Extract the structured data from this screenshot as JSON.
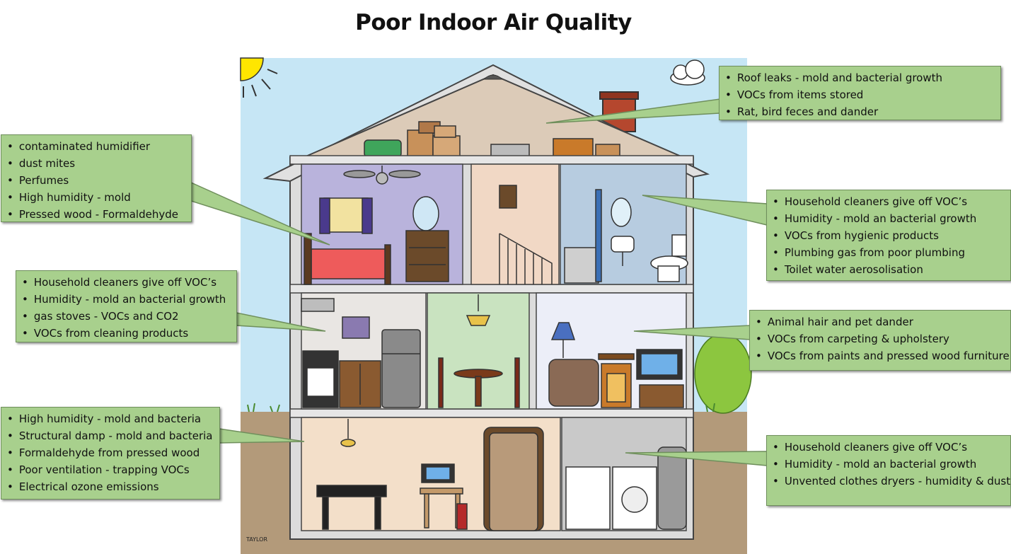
{
  "title": "Poor Indoor Air Quality",
  "signature": "TAYLOR",
  "callouts": {
    "attic": [
      "Roof leaks - mold and bacterial growth",
      "VOCs from items stored",
      "Rat, bird feces and dander"
    ],
    "bedroom": [
      "contaminated humidifier",
      "dust mites",
      "Perfumes",
      "High humidity - mold",
      "Pressed wood - Formaldehyde"
    ],
    "bathroom": [
      "Household cleaners give off VOC’s",
      "Humidity - mold an bacterial growth",
      "VOCs from hygienic products",
      "Plumbing gas from poor plumbing",
      "Toilet water aerosolisation"
    ],
    "kitchen": [
      "Household cleaners give off VOC’s",
      "Humidity - mold an bacterial growth",
      "gas stoves  - VOCs and CO2",
      "VOCs from cleaning products"
    ],
    "living": [
      "Animal hair and pet dander",
      "VOCs from carpeting & upholstery",
      "VOCs from paints and pressed wood furniture"
    ],
    "basement": [
      "High humidity - mold and bacteria",
      "Structural damp - mold and bacteria",
      "Formaldehyde from pressed wood",
      "Poor ventilation - trapping VOCs",
      "Electrical ozone emissions"
    ],
    "laundry": [
      "Household cleaners give off VOC’s",
      "Humidity - mold an bacterial growth",
      "Unvented clothes dryers - humidity & dust"
    ]
  },
  "colors": {
    "sky": "#c6e6f5",
    "ground": "#b39a7a",
    "attic": "#dccbb8",
    "bedroom": "#b9b3dc",
    "hall": "#f1d8c5",
    "bathroom": "#b7cce0",
    "kitchen": "#e9e6e3",
    "dining": "#c9e3c0",
    "living": "#eceef8",
    "basement": "#f3dfc9",
    "laundry": "#c9c9c9",
    "callout": "#a8d08d"
  }
}
